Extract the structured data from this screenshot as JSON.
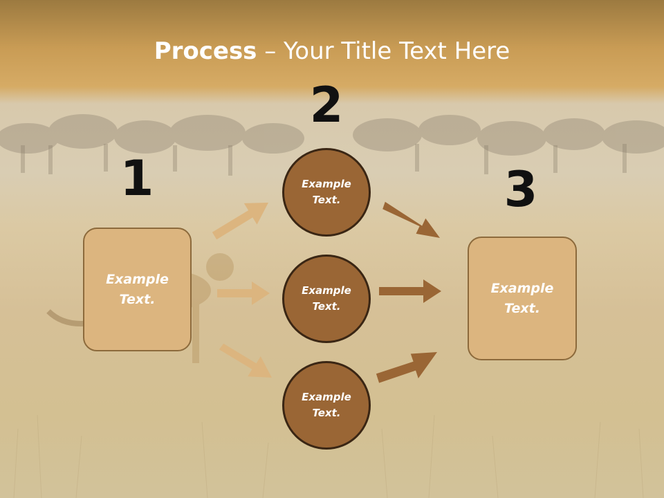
{
  "title": {
    "bold": "Process",
    "rest": " – Your Title Text Here"
  },
  "steps": {
    "one": "1",
    "two": "2",
    "three": "3"
  },
  "left_box": {
    "text": "Example Text."
  },
  "circles": [
    {
      "text": "Example Text."
    },
    {
      "text": "Example Text."
    },
    {
      "text": "Example Text."
    }
  ],
  "right_box": {
    "text": "Example Text."
  },
  "colors": {
    "box_fill": "#dcb57f",
    "circle_fill": "#9a6635",
    "arrow_light": "#dcb57f",
    "arrow_dark": "#9a6635"
  }
}
